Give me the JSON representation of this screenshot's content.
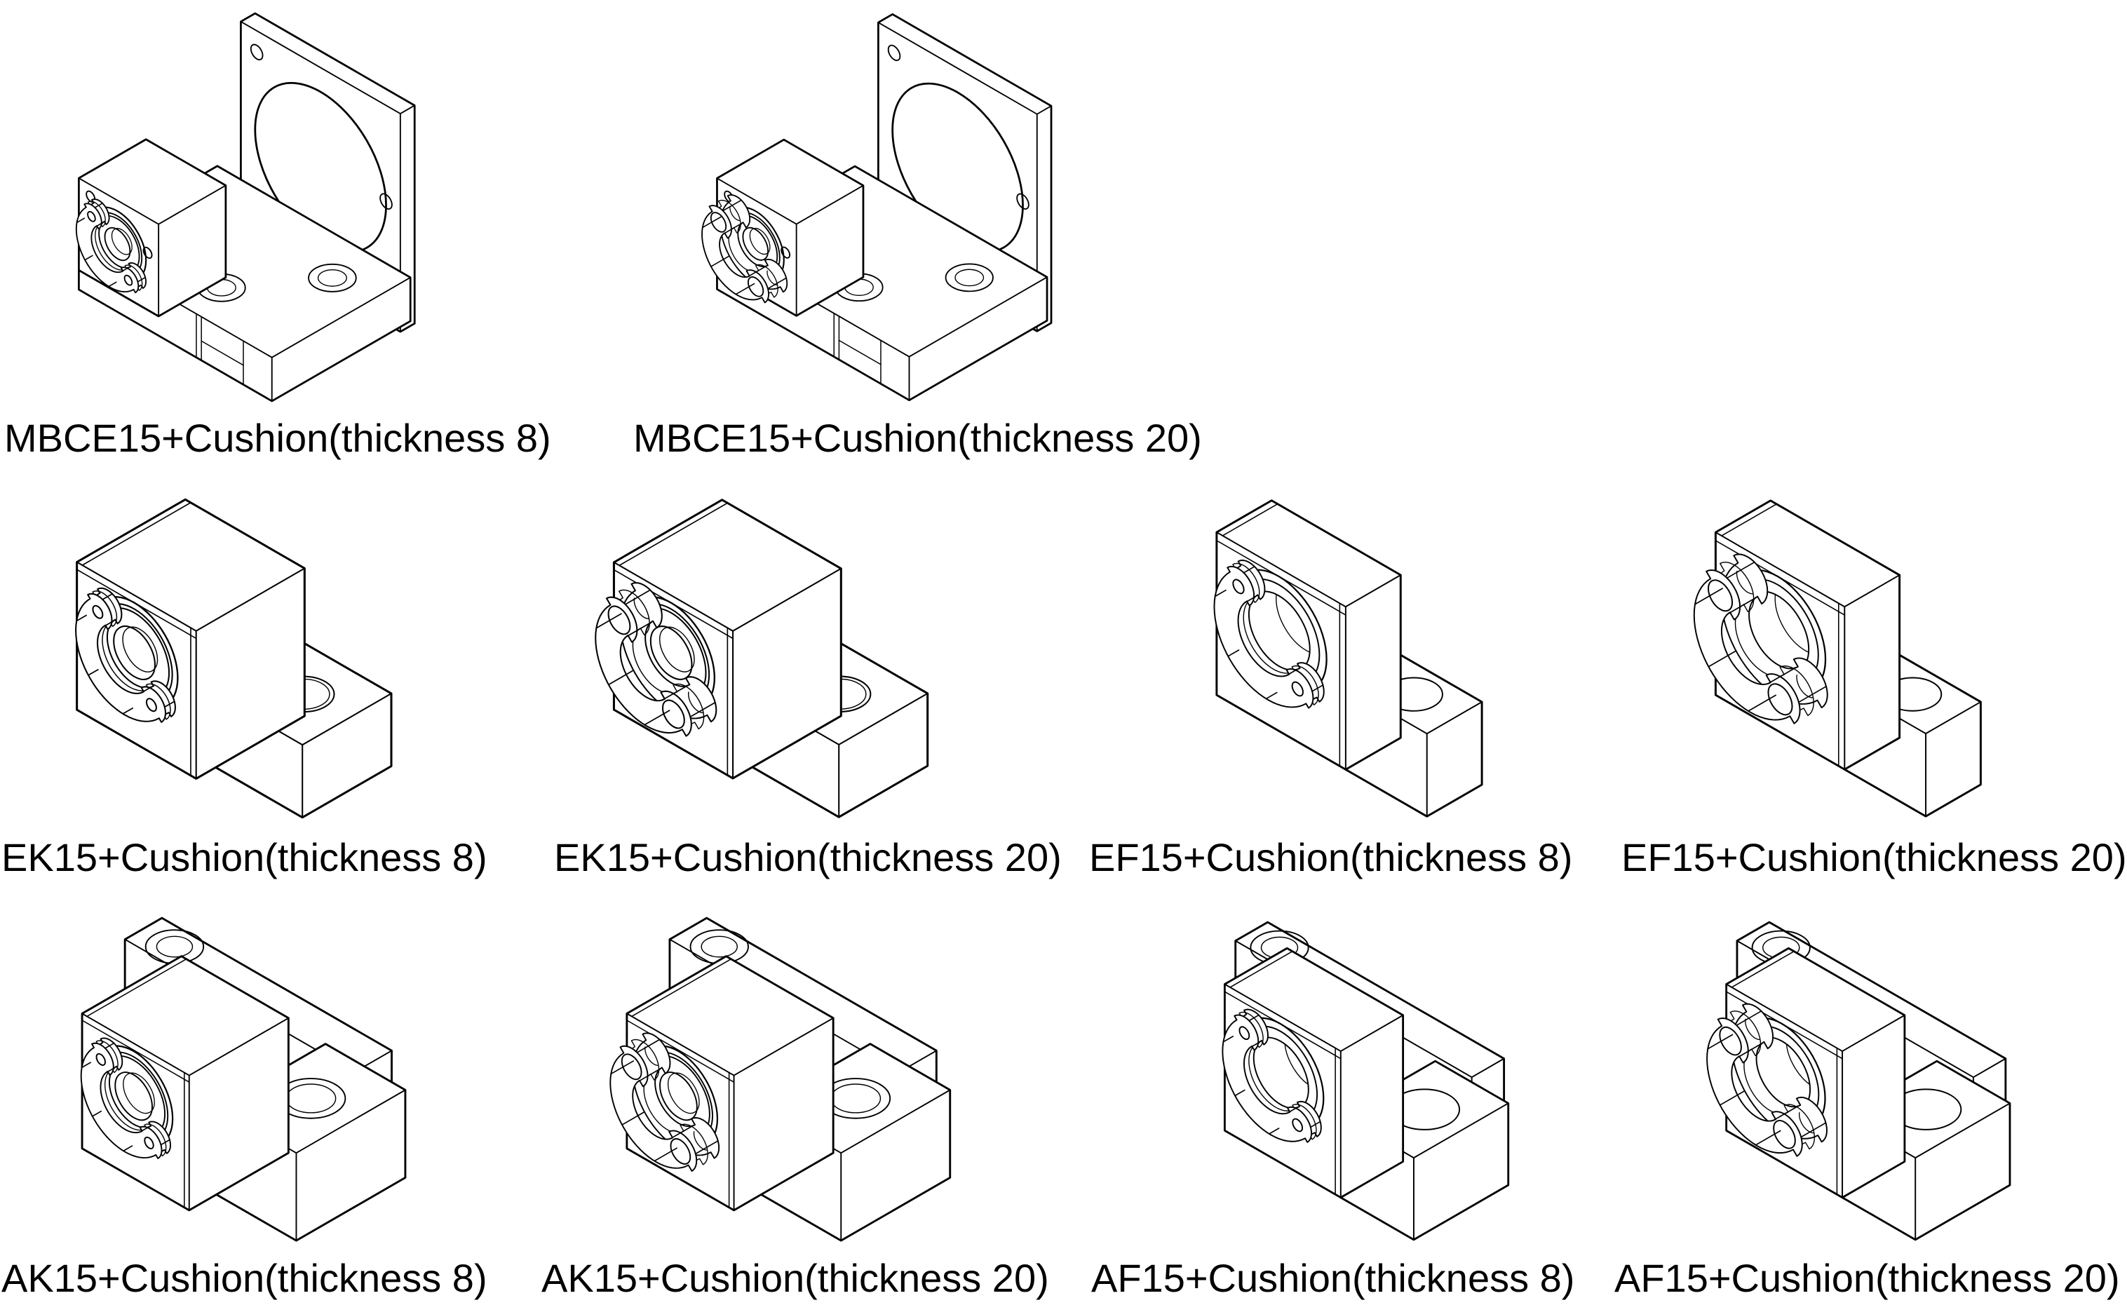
{
  "page": {
    "background": "#ffffff",
    "line_color": "#000000",
    "text_color": "#000000"
  },
  "figures": [
    {
      "id": "mbce15-cushion-8",
      "part": "MBCE15",
      "cushion_thickness": 8,
      "label": "MBCE15+Cushion(thickness 8)"
    },
    {
      "id": "mbce15-cushion-20",
      "part": "MBCE15",
      "cushion_thickness": 20,
      "label": "MBCE15+Cushion(thickness 20)"
    },
    {
      "id": "ek15-cushion-8",
      "part": "EK15",
      "cushion_thickness": 8,
      "label": "EK15+Cushion(thickness 8)"
    },
    {
      "id": "ek15-cushion-20",
      "part": "EK15",
      "cushion_thickness": 20,
      "label": "EK15+Cushion(thickness 20)"
    },
    {
      "id": "ef15-cushion-8",
      "part": "EF15",
      "cushion_thickness": 8,
      "label": "EF15+Cushion(thickness 8)"
    },
    {
      "id": "ef15-cushion-20",
      "part": "EF15",
      "cushion_thickness": 20,
      "label": "EF15+Cushion(thickness 20)"
    },
    {
      "id": "ak15-cushion-8",
      "part": "AK15",
      "cushion_thickness": 8,
      "label": "AK15+Cushion(thickness 8)"
    },
    {
      "id": "ak15-cushion-20",
      "part": "AK15",
      "cushion_thickness": 20,
      "label": "AK15+Cushion(thickness 20)"
    },
    {
      "id": "af15-cushion-8",
      "part": "AF15",
      "cushion_thickness": 8,
      "label": "AF15+Cushion(thickness 8)"
    },
    {
      "id": "af15-cushion-20",
      "part": "AF15",
      "cushion_thickness": 20,
      "label": "AF15+Cushion(thickness 20)"
    }
  ]
}
